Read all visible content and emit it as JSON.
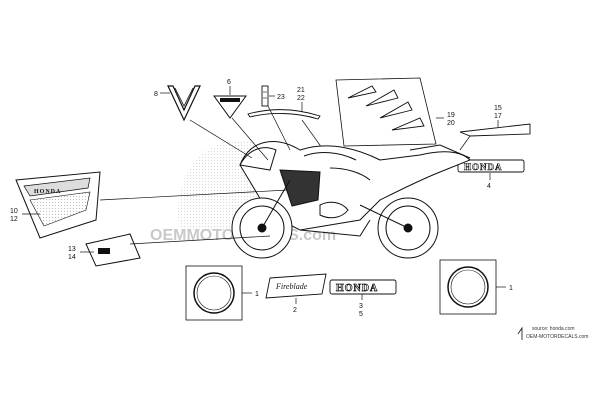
{
  "diagram": {
    "part_numbers": {
      "p8": "8",
      "p6": "6",
      "p23": "23",
      "p21": "21",
      "p22": "22",
      "p19": "19",
      "p20": "20",
      "p15": "15",
      "p17": "17",
      "p4": "4",
      "p10": "10",
      "p12": "12",
      "p13": "13",
      "p14": "14",
      "p1a": "1",
      "p2": "2",
      "p3": "3",
      "p5": "5",
      "p1b": "1"
    },
    "decals": {
      "honda_wordmark": "HONDA",
      "honda_small": "HONDA",
      "fireblade_script": "Fireblade"
    },
    "watermark": "OEMMOTORPARTS.com",
    "source": {
      "line1": "source: honda.com",
      "line2": "OEM-MOTORDECALS.com"
    }
  }
}
